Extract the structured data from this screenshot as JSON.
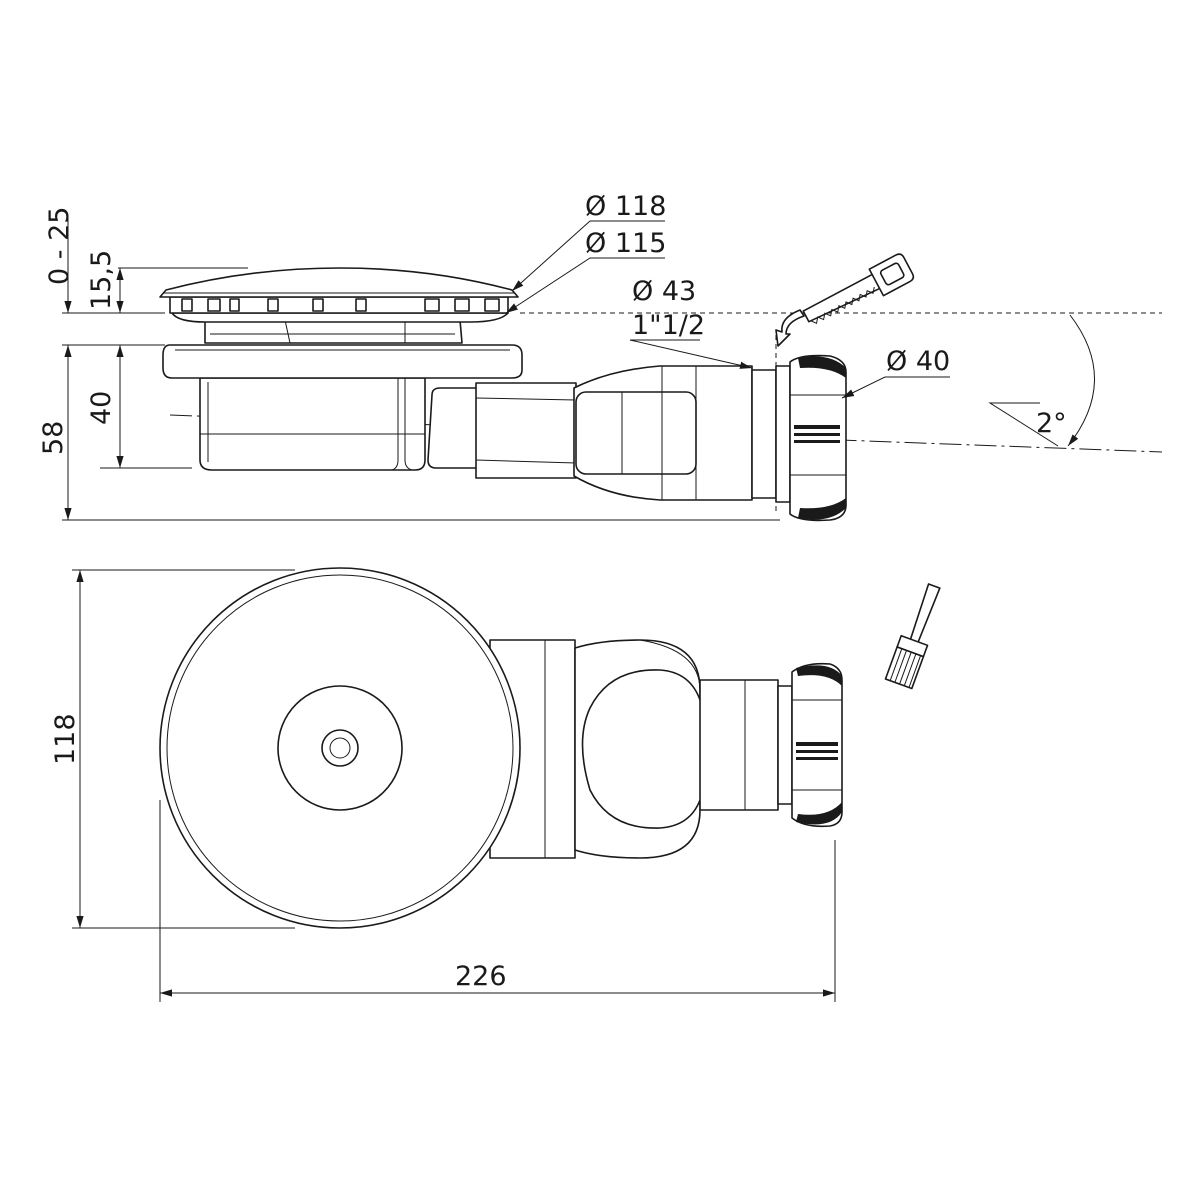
{
  "drawing": {
    "side_view": {
      "dims": {
        "grate_outer_dia": "Ø 118",
        "grate_inner_dia": "Ø 115",
        "outlet_dia": "Ø 43",
        "outlet_thread": "1\"1/2",
        "nut_dia": "Ø 40",
        "slope": "2°",
        "adjust_range": "0 - 25",
        "grate_height": "15,5",
        "body_depth": "40",
        "total_height": "58"
      }
    },
    "top_view": {
      "dims": {
        "width": "118",
        "length": "226"
      }
    }
  }
}
